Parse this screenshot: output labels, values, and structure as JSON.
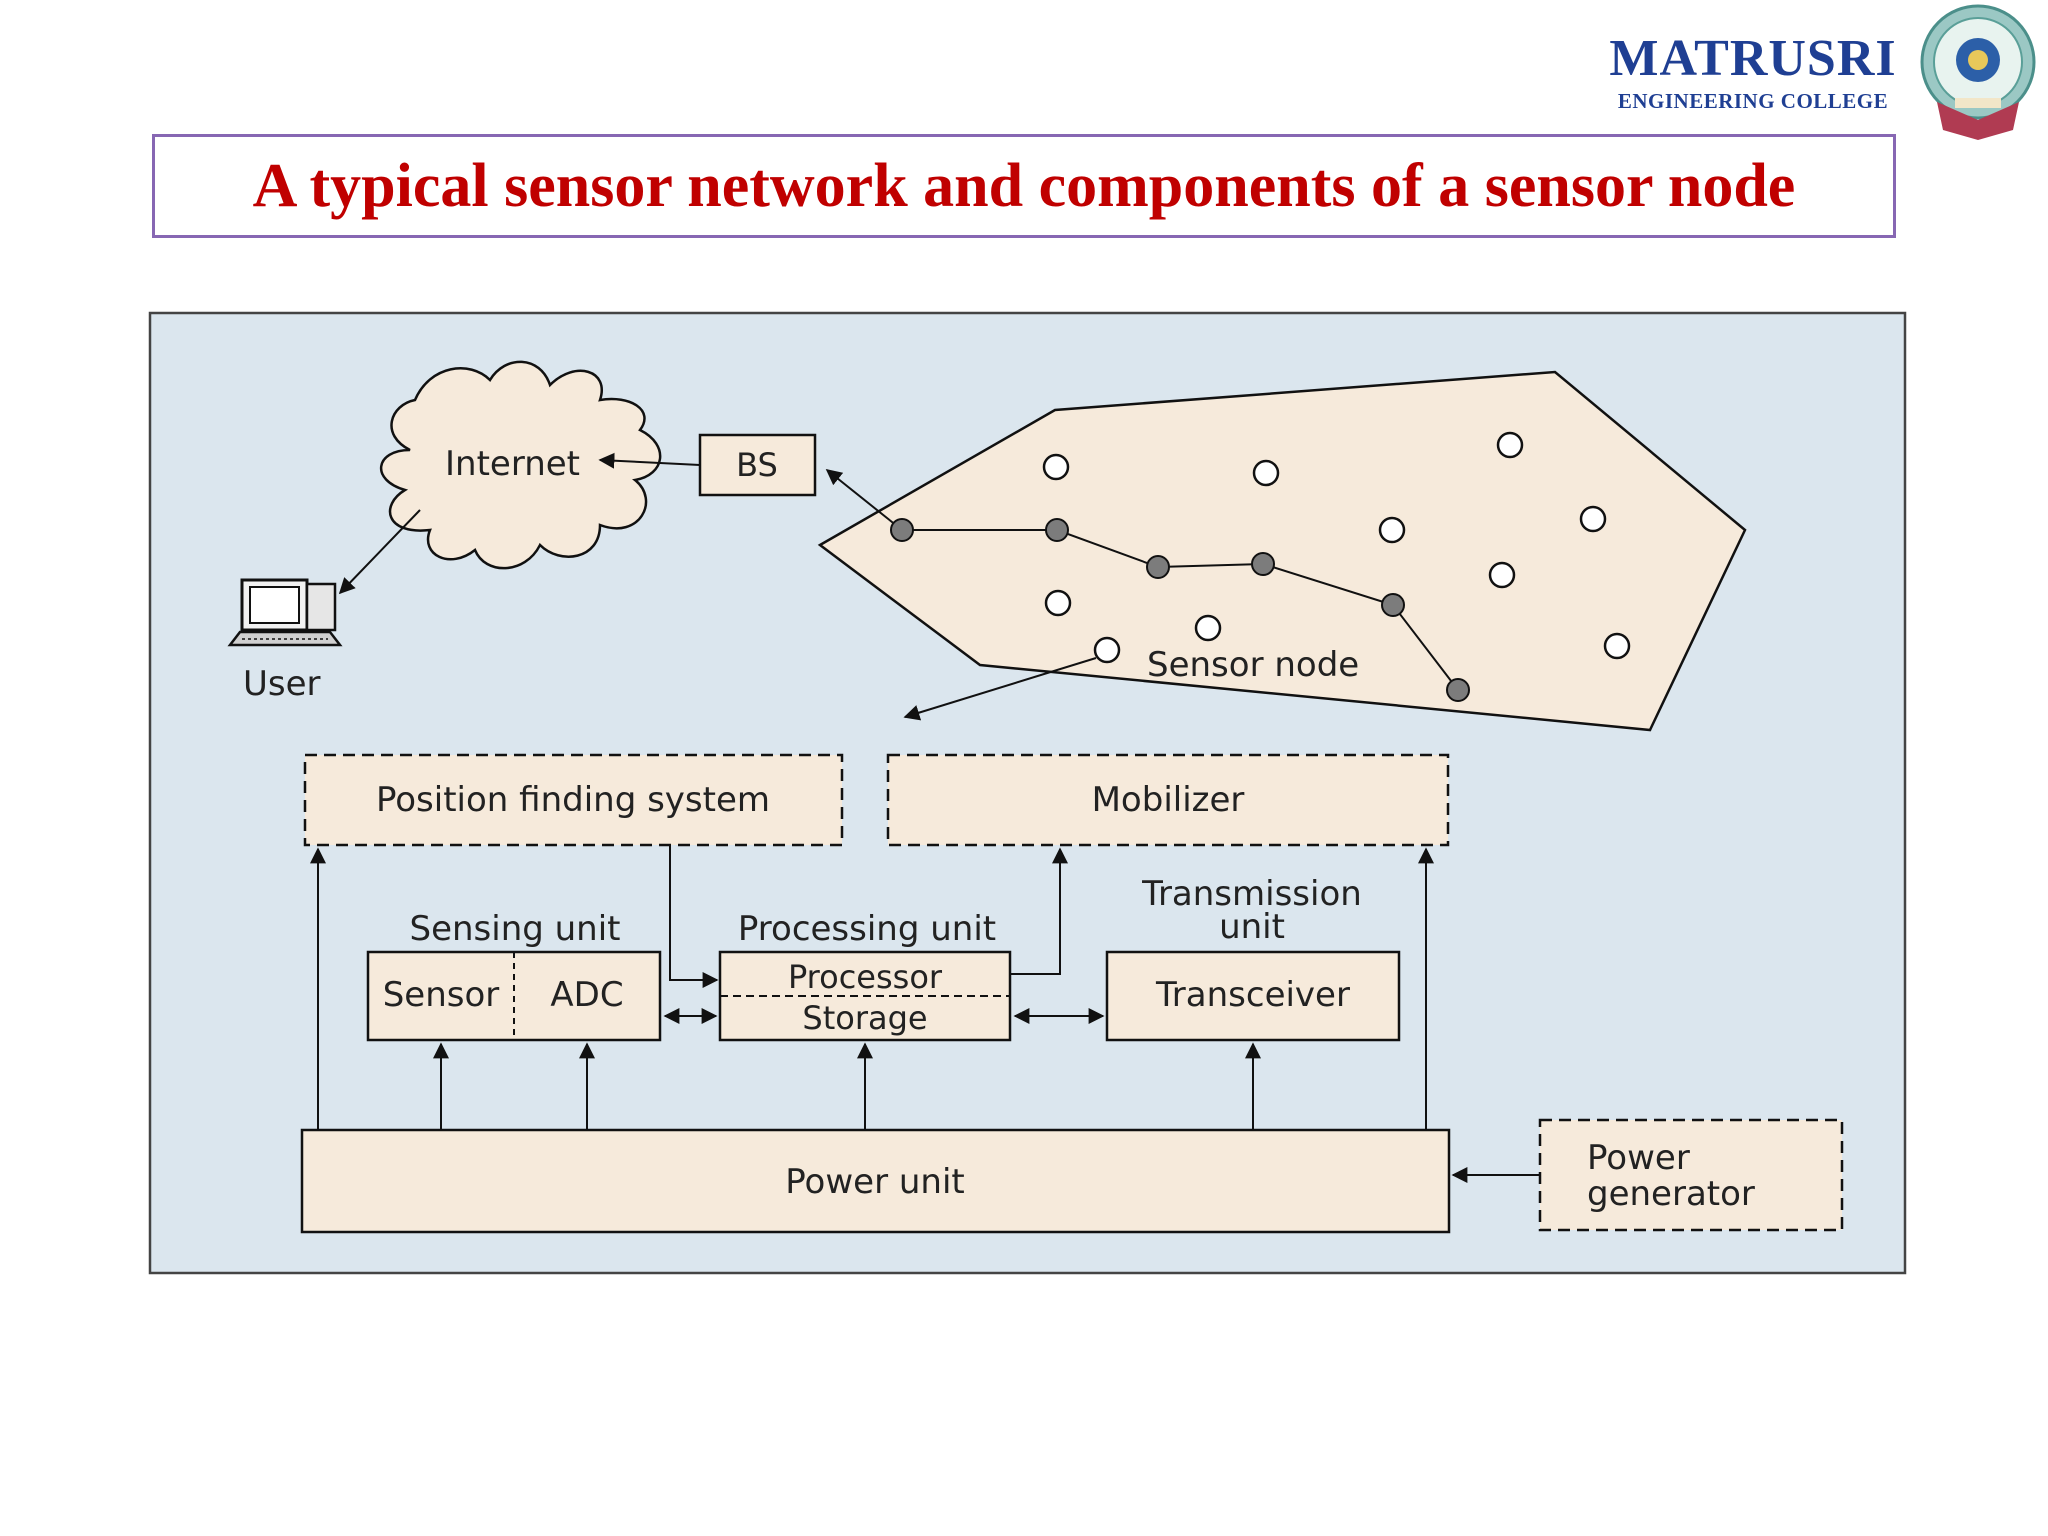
{
  "header": {
    "logo_name": "MATRUSRI",
    "logo_subtitle": "ENGINEERING COLLEGE",
    "title": "A typical sensor network and components of a sensor node"
  },
  "diagram": {
    "network": {
      "internet": "Internet",
      "user": "User",
      "bs": "BS",
      "sensor_node": "Sensor node"
    },
    "node": {
      "position_finding": "Position finding system",
      "mobilizer": "Mobilizer",
      "sensing_unit": "Sensing unit",
      "processing_unit": "Processing unit",
      "transmission_unit_line1": "Transmission",
      "transmission_unit_line2": "unit",
      "sensor": "Sensor",
      "adc": "ADC",
      "processor": "Processor",
      "storage": "Storage",
      "transceiver": "Transceiver",
      "power_unit": "Power unit",
      "power_generator_line1": "Power",
      "power_generator_line2": "generator"
    }
  },
  "colors": {
    "title_border": "#8767b3",
    "title_text": "#c00000",
    "logo_text": "#1f3f93",
    "diagram_bg": "#dbe6ee",
    "box_fill": "#f6eadb"
  },
  "icons": [
    "college-emblem-icon",
    "computer-icon"
  ]
}
